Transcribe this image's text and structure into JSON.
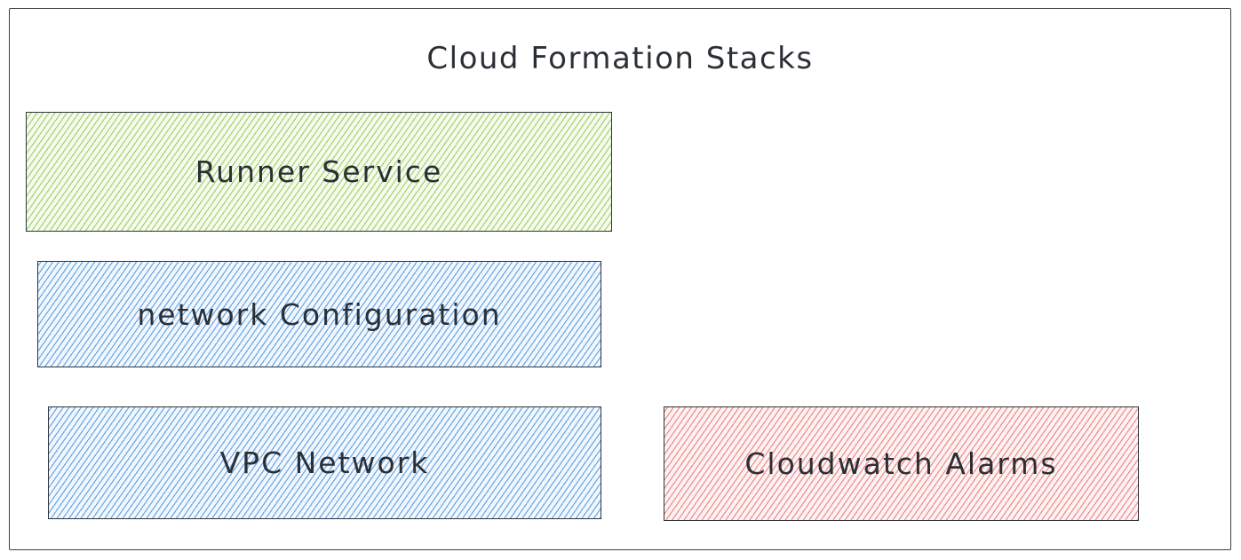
{
  "diagram": {
    "title": "Cloud Formation Stacks",
    "boxes": [
      {
        "id": "runner-service",
        "label": "Runner Service",
        "fill": "#9fd46a"
      },
      {
        "id": "network-configuration",
        "label": "network Configuration",
        "fill": "#67a6e6"
      },
      {
        "id": "vpc-network",
        "label": "VPC Network",
        "fill": "#67a6e6"
      },
      {
        "id": "cloudwatch-alarms",
        "label": "Cloudwatch Alarms",
        "fill": "#ee8a8a"
      }
    ],
    "colors": {
      "stroke": "#2f343b",
      "text": "#2b2f36",
      "background": "#ffffff"
    }
  }
}
